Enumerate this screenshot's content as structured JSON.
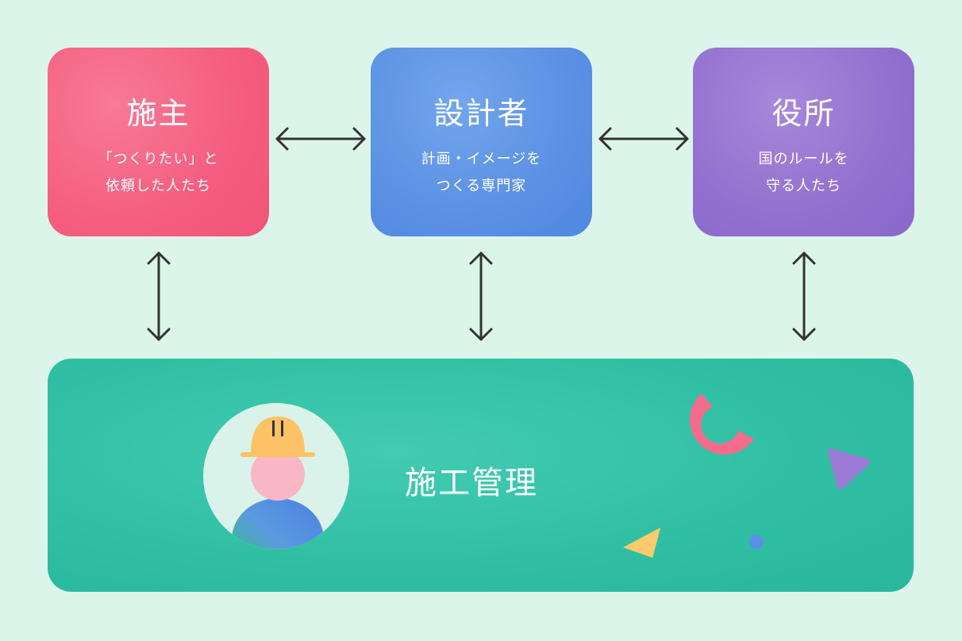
{
  "nodes": [
    {
      "title": "施主",
      "lines": [
        "「つくりたい」と",
        "依頼した人たち"
      ],
      "color": "#f45d80"
    },
    {
      "title": "設計者",
      "lines": [
        "計画・イメージを",
        "つくる専門家"
      ],
      "color": "#5b90e4"
    },
    {
      "title": "役所",
      "lines": [
        "国のルールを",
        "守る人たち"
      ],
      "color": "#9270cf"
    }
  ],
  "bottom": {
    "title": "施工管理",
    "color": "#2fbea3"
  }
}
